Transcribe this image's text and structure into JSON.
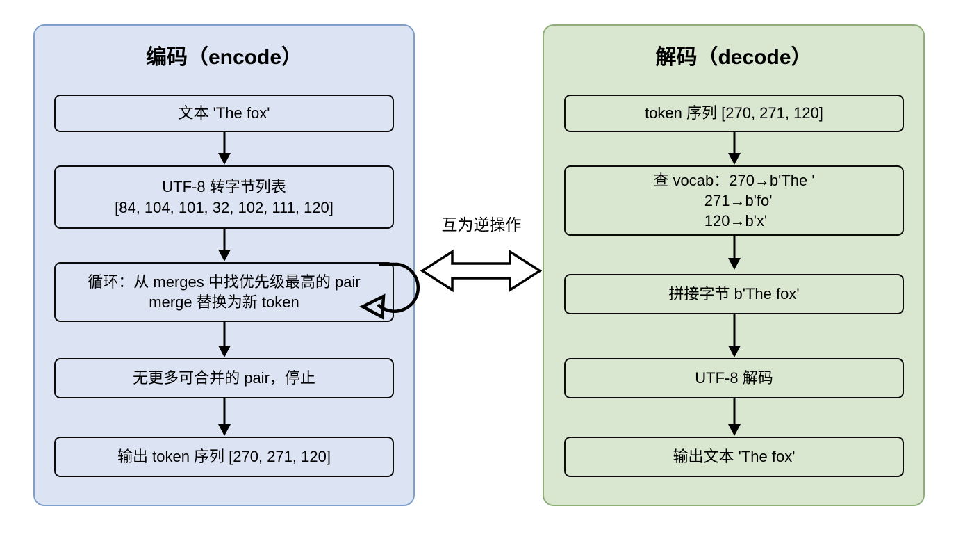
{
  "diagram": {
    "title_hidden": "",
    "middle": {
      "label": "互为逆操作",
      "arrow_icon": "double-headed-horizontal-arrow"
    },
    "encode_panel": {
      "title": "编码（encode）",
      "fill_color": "#dce4f4",
      "border_color": "#7f9fc8",
      "nodes": [
        {
          "id": "enc-1",
          "text": "文本 'The fox'"
        },
        {
          "id": "enc-2",
          "text": "UTF-8 转字节列表\n[84, 104, 101, 32, 102, 111, 120]"
        },
        {
          "id": "enc-3",
          "text": "循环：从 merges 中找优先级最高的 pair\nmerge 替换为新 token",
          "loop": true
        },
        {
          "id": "enc-4",
          "text": "无更多可合并的 pair，停止"
        },
        {
          "id": "enc-5",
          "text": "输出 token 序列 [270, 271, 120]"
        }
      ]
    },
    "decode_panel": {
      "title": "解码（decode）",
      "fill_color": "#d9e7d0",
      "border_color": "#8fae78",
      "nodes": [
        {
          "id": "dec-1",
          "text": "token 序列 [270, 271, 120]"
        },
        {
          "id": "dec-2",
          "text": "查 vocab：270→b'The '\n            271→b'fo'\n            120→b'x'"
        },
        {
          "id": "dec-3",
          "text": "拼接字节 b'The fox'"
        },
        {
          "id": "dec-4",
          "text": "UTF-8 解码"
        },
        {
          "id": "dec-5",
          "text": "输出文本 'The fox'"
        }
      ]
    }
  }
}
